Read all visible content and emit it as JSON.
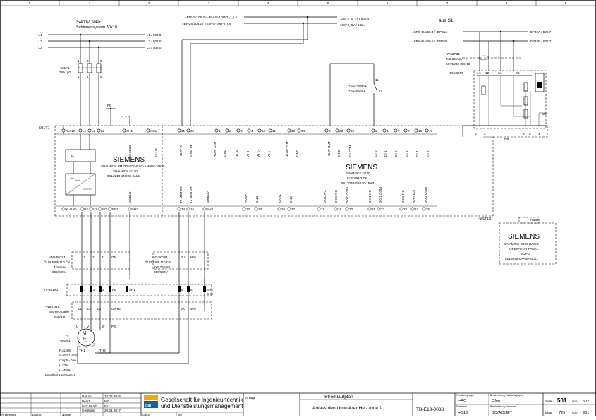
{
  "grid": {
    "columns": [
      "0",
      "1",
      "2",
      "3",
      "4",
      "5",
      "6",
      "7",
      "8",
      "9"
    ]
  },
  "supply": {
    "heading_1": "3x400V, 50Hz",
    "heading_2": "Schienensystem 30x10",
    "inputs": [
      "/ L1",
      "/ L2",
      "/ L3"
    ],
    "outputs": [
      "L1 / 502.0",
      "L2 / 502.0",
      "L3 / 502.0"
    ]
  },
  "envs": {
    "left_1": "=ENVS/106.2 / =ENVS-106F2_1_L+",
    "left_2": "=ENVS/106.2 / =ENVS-106F2_0V",
    "right_1": "106F2_1_L+ / 502.4",
    "right_2": "106F2_0V / 502.4"
  },
  "aus_s1": {
    "title": "aus S1",
    "ref_1": "=SPS+S1/50.4 / -DP31A",
    "ref_2": "=SPS+S1/50.5 / -DP31B",
    "out_1": "-DP32A / 502.7",
    "out_2": "-DP32B / 502.7"
  },
  "fuse": {
    "tag": "-501F1",
    "rating": "35A, gG",
    "terms_top": [
      "1",
      "3",
      "5"
    ],
    "terms_bot": [
      "2",
      "4",
      "6"
    ]
  },
  "pe_label": "PE",
  "bus_cable": {
    "tag": "-W1DP31",
    "spec_1": "2x0,64 mm²",
    "spec_2": "6XV1830-0EH10"
  },
  "dp_plug": {
    "tag": "-501XDP8",
    "terms": [
      "1A",
      "1B",
      "2A",
      "2B"
    ],
    "shield": "SH",
    "bottom_terms": [
      "8",
      "3",
      "6",
      "5",
      "1"
    ],
    "label": "DP"
  },
  "relay": {
    "tag": "+S12-505K1",
    "ref": "+S12/505.1",
    "contact_top": "11",
    "contact_bot": "12"
  },
  "inverter": {
    "tag": "-501T1",
    "top_terms": [
      "XLINE",
      "L1",
      "L2",
      "L3",
      "SH1",
      "XCU",
      "31",
      "32",
      "1",
      "2",
      "3",
      "4",
      "10",
      "11",
      "36",
      "34",
      "9",
      "28",
      "69",
      "5",
      "6",
      "7",
      "8",
      "16",
      "17"
    ],
    "top_labels": [
      "SHIELD",
      "CU IF",
      "+24V IN",
      "GND IN",
      "+10V OUT",
      "GND",
      "AI 0+",
      "AI 0-",
      "AI 1+",
      "AI 1-",
      "+10V OUT",
      "GND",
      "+24V OUT",
      "GND",
      "DI COM",
      "DI 0",
      "DI 1",
      "DI 2",
      "DI 3",
      "DI 4",
      "DI 5"
    ],
    "pm_brand": "SIEMENS",
    "pm_line_1": "SINAMICS PM230 IP20-PSC-A-400V-15KW",
    "pm_line_2": "SINAMICS G120",
    "pm_line_3": "6SL3210-1NE23-2AL1",
    "cu_brand": "SIEMENS",
    "cu_line_1": "SINAMICS G120",
    "cu_line_2": "CU230P-2 DP",
    "cu_line_3": "6SL3243-0BB30-1PA3",
    "bot_terms": [
      "XLOAD",
      "U2",
      "V2",
      "W2",
      "PE2",
      "SH2",
      "14",
      "15",
      "SH3",
      "12",
      "13",
      "26",
      "27",
      "18",
      "19",
      "20",
      "21",
      "22",
      "23",
      "24",
      "25"
    ],
    "bot_labels": [
      "SHIELD",
      "T1 MOTOR",
      "T2 MOTOR",
      "SHIELD",
      "AO 0+",
      "GND",
      "AO 1+",
      "GND",
      "DO 0 NC",
      "DO 0 NO",
      "DO 0 COM",
      "DO 1 NO",
      "DO 1 COM",
      "DO 2 NC",
      "DO 2 NO",
      "DO 2 COM"
    ],
    "dp_word": "DP",
    "xbop_tag": "-501T1.2",
    "xbop": "XBOP"
  },
  "bop": {
    "brand": "SIEMENS",
    "line_1": "SINAMICS G120 BASIC",
    "line_2": "OPERATOR PANEL",
    "line_3": "BOP-2",
    "line_4": "6SL3255-0AA00-4CA1"
  },
  "cable_w1": {
    "tag": "-W1/501X1",
    "type": "ÖLFLEX® 110 CY",
    "spec": "4G6mm²",
    "voltage": "300/500V",
    "cores": [
      "1",
      "2",
      "3",
      "GN"
    ]
  },
  "cable_w2": {
    "tag": "-W2/501X1",
    "type": "ÖLFLEX® 110 CY",
    "spec": "2x0,75mm²",
    "voltage": "300/500V",
    "cores": [
      "BU",
      "WH"
    ]
  },
  "terminal_strip": {
    "tag": "+V-501X1",
    "terms": [
      "1",
      "2",
      "3",
      "PE",
      "SH1",
      "4",
      "5",
      "SH2",
      "SH3"
    ]
  },
  "servo_cable": {
    "tag": "-W501M1",
    "type": "SERVO cable",
    "spec": "6G6/1,5",
    "cores": [
      "L1",
      "L2",
      "L3",
      "GNYE",
      "BK",
      "WH"
    ]
  },
  "motor": {
    "loc": "+V",
    "tag": "-501M1",
    "phases": [
      "U",
      "V",
      "W",
      "PE"
    ],
    "symbol": "3~",
    "letter": "M",
    "th": [
      "TH1",
      "TH2"
    ],
    "specs": [
      "P=11kW",
      "n=975 U/min",
      "cosphi=0,xx",
      "I=23A",
      "U=400V",
      "Umwälzer Heizzone 1"
    ]
  },
  "title_block": {
    "rev_headers": [
      "Änderung",
      "Datum",
      "Name"
    ],
    "lbl_datum": "Datum",
    "val_datum": "24.08.2016",
    "lbl_bearb": "Bearb.",
    "val_bearb": "MG",
    "lbl_letzt": "letzt.Bearb.",
    "val_letzt": "FK",
    "lbl_gedruckt": "Gedruckt",
    "val_gedruckt": "20.01.2017",
    "lbl_gepr": "Gepr",
    "lbl_urspr": "am",
    "logo": "GID",
    "company_1": "Gesellschaft für Ingenieurtechnik",
    "company_2": "und Dienstleistungsmanagement",
    "anlage": "Anlage I",
    "doc_type": "Stromlaufplan",
    "doc_title": "Anlassofen Umwälzer Heizzone 1",
    "drawing_no": "TB-E13-0038",
    "lbl_fg": "Funktionsgruppe",
    "val_fg": "=AO",
    "lbl_fg_desc": "Beschreibung Funktionsgruppe",
    "val_fg_desc": "Ofen",
    "lbl_ort": "Einbauort",
    "val_ort": "+S10",
    "lbl_ort_desc": "Beschreibung Einbauort",
    "val_ort_desc": "BO/AO/JET",
    "lbl_seite": "Seite:",
    "val_seite": "501",
    "lbl_von": "von",
    "val_seite_total": "502",
    "lbl_blatt": "Blatt:",
    "val_blatt": "725",
    "val_blatt_total": "981"
  }
}
